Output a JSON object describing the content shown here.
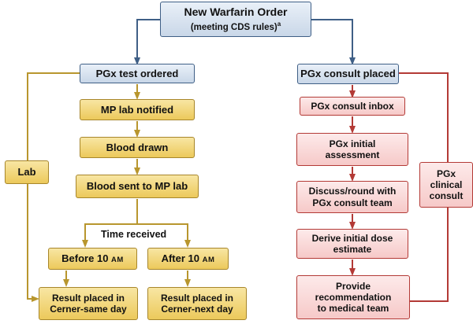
{
  "title": {
    "line1": "New Warfarin Order",
    "line2": "(meeting CDS rules)",
    "footnote_mark": "a"
  },
  "left": {
    "pgx_test": "PGx test ordered",
    "mp_lab_notified": "MP lab notified",
    "blood_drawn": "Blood drawn",
    "blood_sent": "Blood sent to MP lab",
    "time_received": "Time received",
    "before_10": {
      "prefix": "Before 10 ",
      "ampm": "AM"
    },
    "after_10": {
      "prefix": "After 10 ",
      "ampm": "AM"
    },
    "result_same_day": {
      "line1": "Result placed in",
      "line2": "Cerner-same day"
    },
    "result_next_day": {
      "line1": "Result placed in",
      "line2": "Cerner-next day"
    },
    "lab_label": "Lab"
  },
  "right": {
    "pgx_consult_placed": "PGx consult placed",
    "consult_inbox": "PGx consult inbox",
    "initial_assessment": {
      "line1": "PGx initial",
      "line2": "assessment"
    },
    "discuss": {
      "line1": "Discuss/round with",
      "line2": "PGx consult team"
    },
    "derive": {
      "line1": "Derive initial dose",
      "line2": "estimate"
    },
    "provide": {
      "line1": "Provide",
      "line2": "recommendation",
      "line3": "to medical team"
    },
    "clinical_consult": {
      "line1": "PGx",
      "line2": "clinical",
      "line3": "consult"
    }
  },
  "colors": {
    "blue_arrow": "#3f5f86",
    "gold_arrow": "#b8962e",
    "red_arrow": "#b33a36"
  }
}
